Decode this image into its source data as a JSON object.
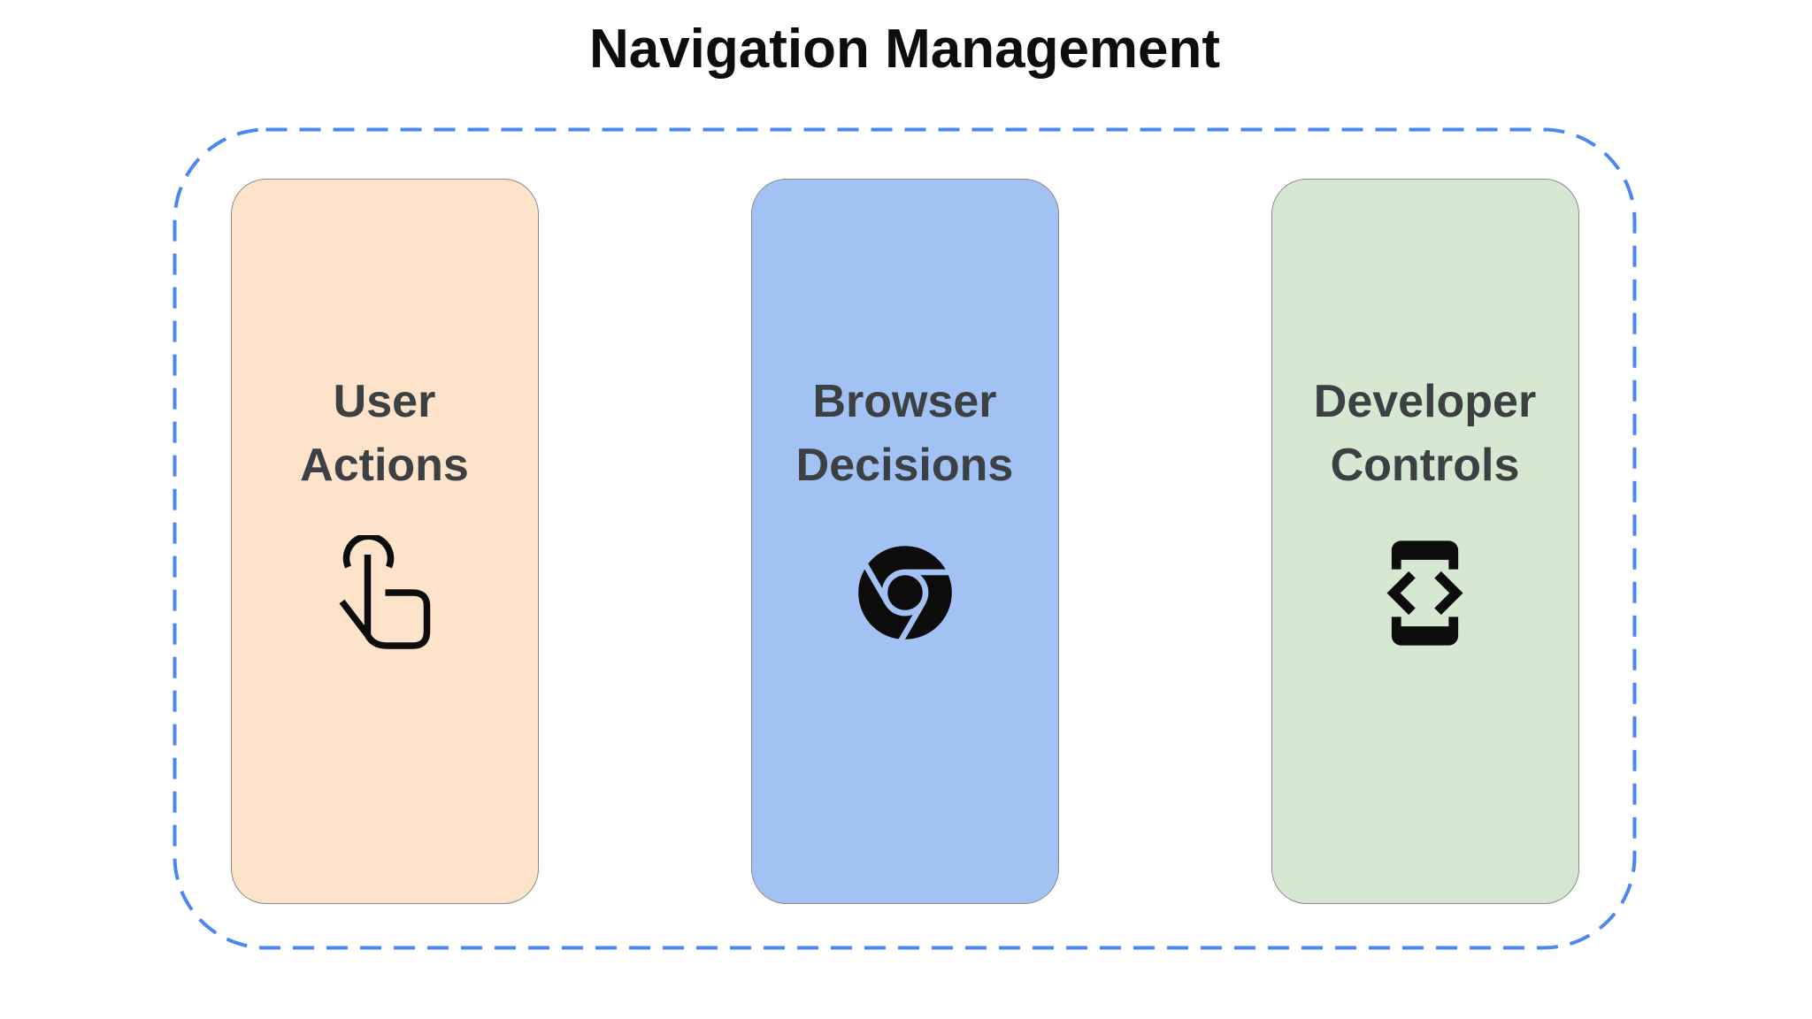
{
  "title": "Navigation Management",
  "container": {
    "border_color": "#4a86f4",
    "border_style": "dashed"
  },
  "colors": {
    "title": "#0d0d0d",
    "label": "#3c4043",
    "icon": "#0c0c0c",
    "card_border": "#8a8a8a"
  },
  "cards": [
    {
      "name": "user-actions",
      "lines": [
        "User",
        "Actions"
      ],
      "icon": "tap-gesture-icon",
      "bg": "#fce3ca"
    },
    {
      "name": "browser-decisions",
      "lines": [
        "Browser",
        "Decisions"
      ],
      "icon": "chrome-browser-icon",
      "bg": "#a3c2f4"
    },
    {
      "name": "developer-controls",
      "lines": [
        "Developer",
        "Controls"
      ],
      "icon": "developer-mode-icon",
      "bg": "#d7e8d2"
    }
  ]
}
